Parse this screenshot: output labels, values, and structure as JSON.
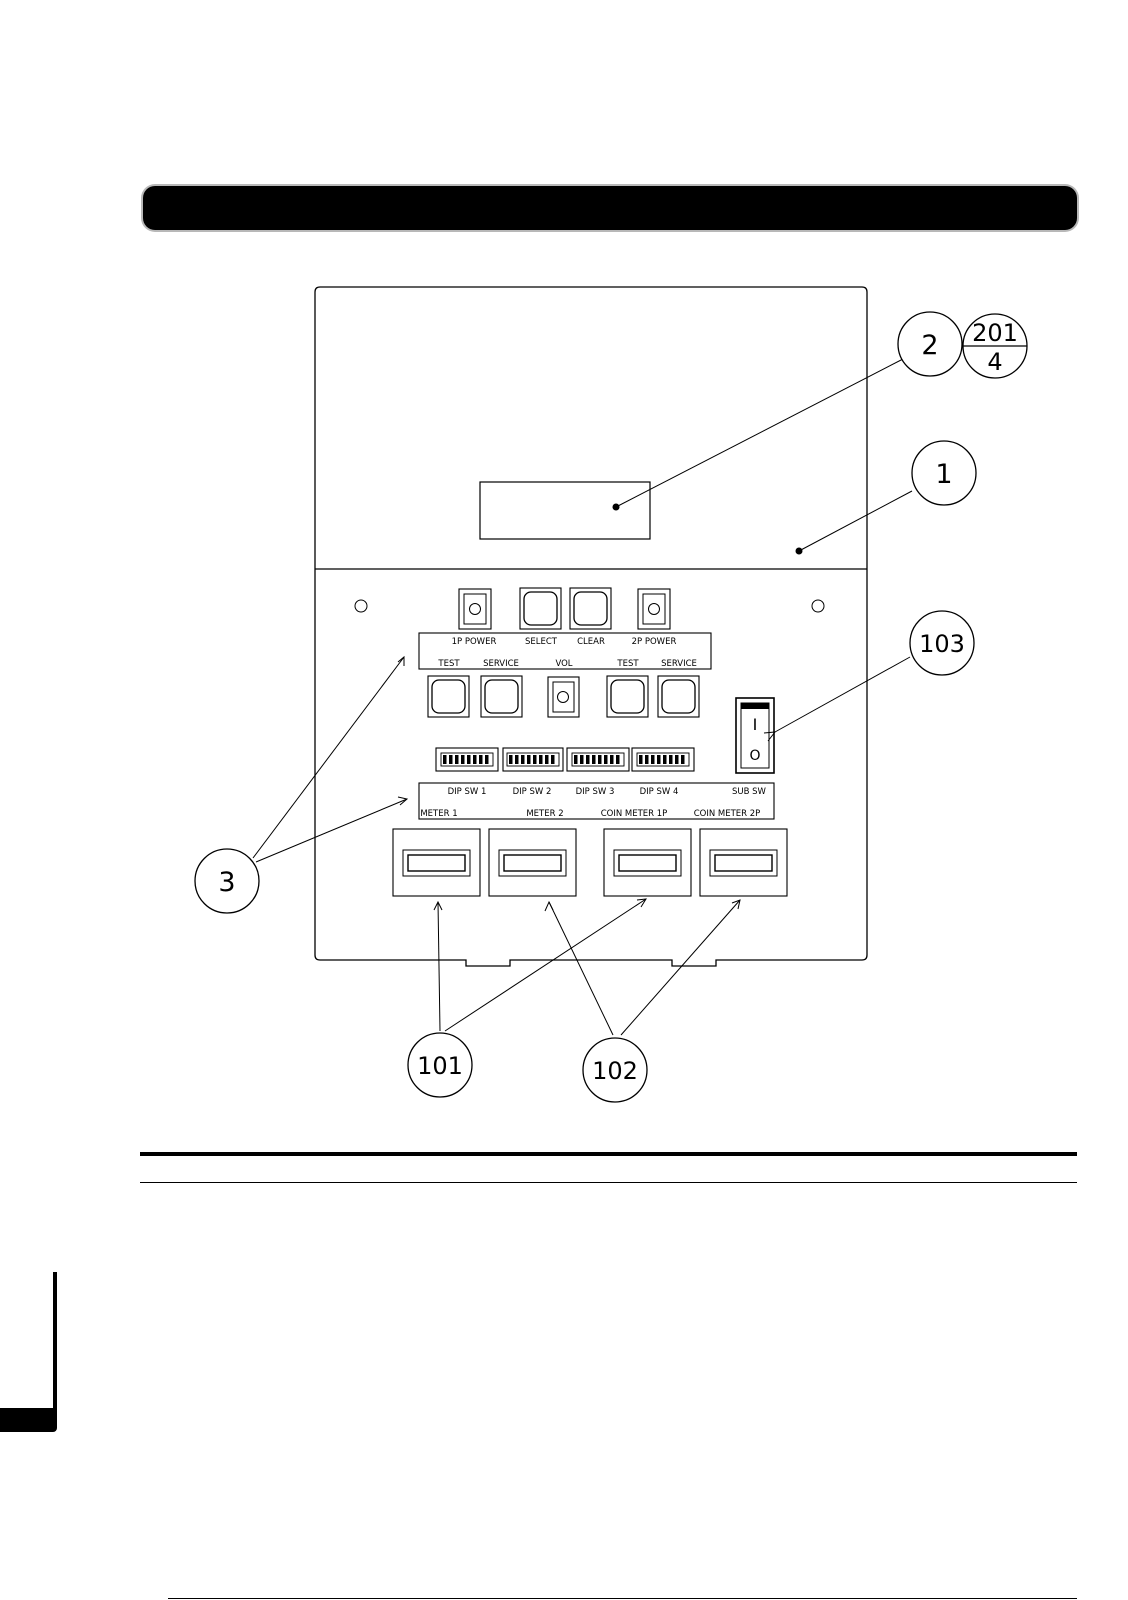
{
  "panel": {
    "labels": {
      "p1_power": "1P POWER",
      "select": "SELECT",
      "clear": "CLEAR",
      "p2_power": "2P POWER",
      "test_left": "TEST",
      "service_left": "SERVICE",
      "vol": "VOL",
      "test_right": "TEST",
      "service_right": "SERVICE",
      "dip_sw_1": "DIP SW 1",
      "dip_sw_2": "DIP SW 2",
      "dip_sw_3": "DIP SW 3",
      "dip_sw_4": "DIP SW 4",
      "sub_sw": "SUB SW",
      "meter_1": "METER 1",
      "meter_2": "METER 2",
      "coin_meter_1p": "COIN METER 1P",
      "coin_meter_2p": "COIN METER 2P"
    },
    "switch_glyph_on": "I",
    "switch_glyph_off": "O"
  },
  "callouts": {
    "c1": "1",
    "c2": "2",
    "c2_ref_top": "201",
    "c2_ref_bottom": "4",
    "c3": "3",
    "c101": "101",
    "c102": "102",
    "c103": "103"
  }
}
